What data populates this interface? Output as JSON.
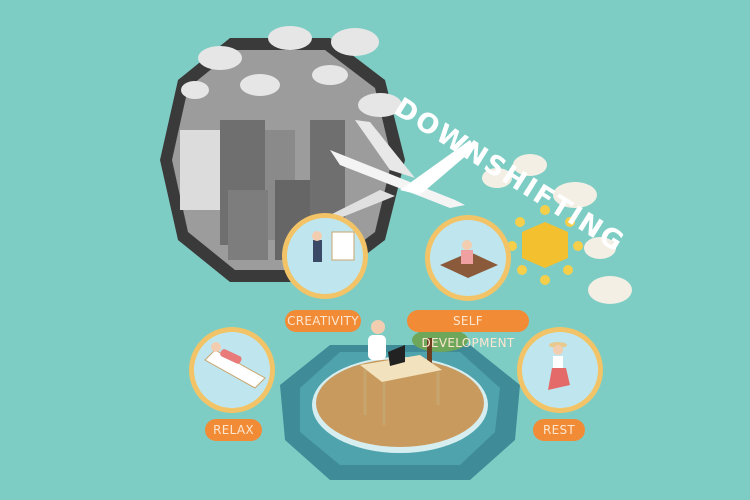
{
  "title": "DOWNSHIFTING",
  "labels": {
    "creativity": "CREATIVITY",
    "self_development": "SELF DEVELOPMENT",
    "relax": "RELAX",
    "rest": "REST"
  },
  "colors": {
    "background": "#7ecdc5",
    "label": "#f28b36",
    "badge_border": "#f2c467",
    "badge_fill": "#bfe6ef",
    "city_frame": "#3a3a3a",
    "island_sand": "#c99a5e",
    "water": "#4a9aa5"
  }
}
